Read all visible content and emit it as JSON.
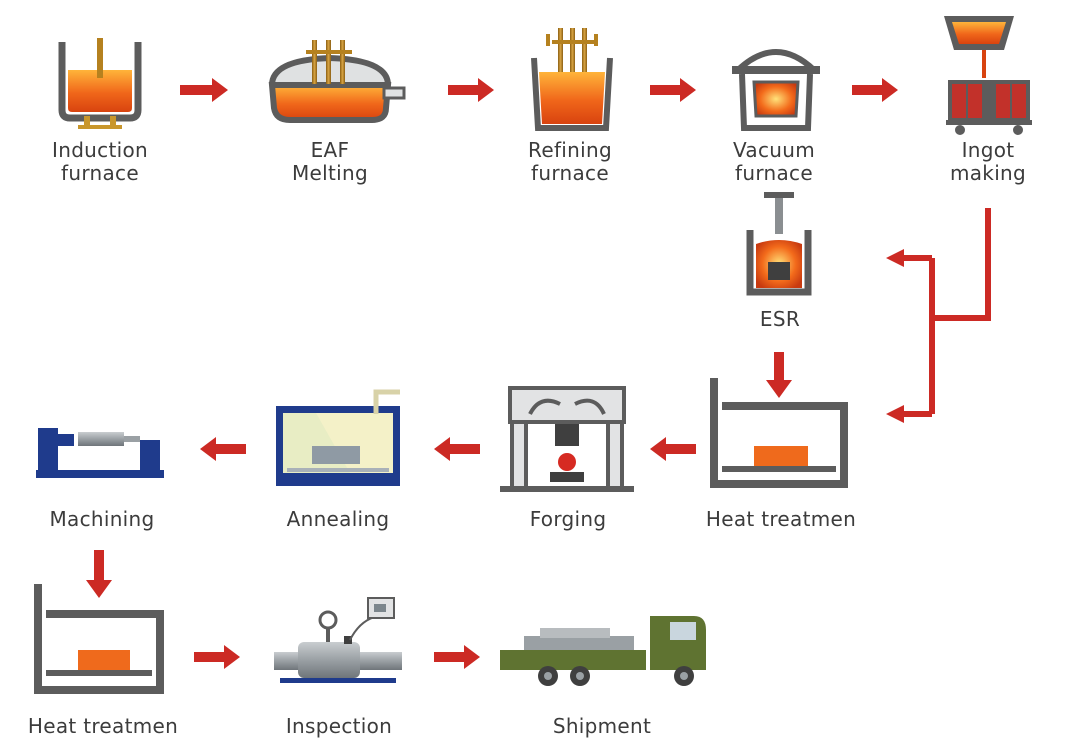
{
  "colors": {
    "arrow": "#cc2a24",
    "steel_dark": "#5c5c5c",
    "molten_orange": "#ef6a1c",
    "molten_yellow": "#ffc53a",
    "copper": "#b5811f",
    "blue_frame": "#1f3b8c",
    "truck_green": "#5f7331",
    "machine_gray": "#9aa0a4"
  },
  "steps": {
    "induction_furnace": {
      "line1": "Induction",
      "line2": "furnace",
      "icon": "induction-furnace-icon"
    },
    "eaf_melting": {
      "line1": "EAF",
      "line2": "Melting",
      "icon": "eaf-furnace-icon"
    },
    "refining_furnace": {
      "line1": "Refining",
      "line2": "furnace",
      "icon": "refining-furnace-icon"
    },
    "vacuum_furnace": {
      "line1": "Vacuum",
      "line2": "furnace",
      "icon": "vacuum-furnace-icon"
    },
    "ingot_making": {
      "line1": "Ingot",
      "line2": "making",
      "icon": "ingot-mold-icon"
    },
    "esr": {
      "line1": "ESR",
      "icon": "esr-icon"
    },
    "heat_treatment_1": {
      "line1": "Heat treatmen",
      "icon": "heat-treatment-oven-icon"
    },
    "forging": {
      "line1": "Forging",
      "icon": "forging-press-icon"
    },
    "annealing": {
      "line1": "Annealing",
      "icon": "annealing-tank-icon"
    },
    "machining": {
      "line1": "Machining",
      "icon": "lathe-icon"
    },
    "heat_treatment_2": {
      "line1": "Heat treatmen",
      "icon": "heat-treatment-oven-icon"
    },
    "inspection": {
      "line1": "Inspection",
      "icon": "inspection-gauge-icon"
    },
    "shipment": {
      "line1": "Shipment",
      "icon": "truck-icon"
    }
  }
}
